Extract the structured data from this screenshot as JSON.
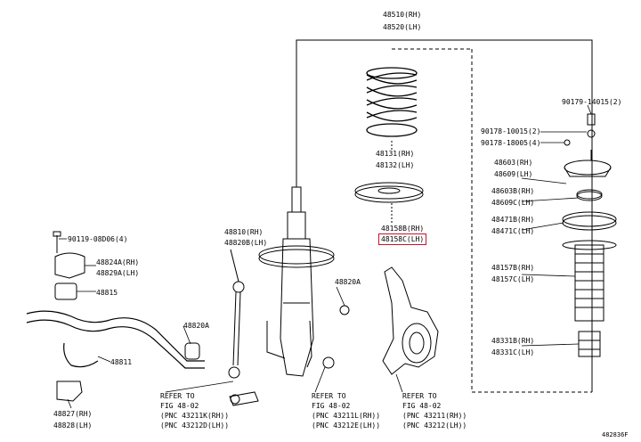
{
  "labels": {
    "p48510": "48510(RH)",
    "p48520": "48520(LH)",
    "p90179": "90179-14015(2)",
    "p90178a": "90178-10015(2)",
    "p90178b": "90178-18005(4)",
    "p48603": "48603(RH)",
    "p48609": "48609(LH)",
    "p48603b": "48603B(RH)",
    "p48609c": "48609C(LH)",
    "p48471b": "48471B(RH)",
    "p48471c": "48471C(LH)",
    "p48157b": "48157B(RH)",
    "p48157c": "48157C(LH)",
    "p48331b": "48331B(RH)",
    "p48331c": "48331C(LH)",
    "p48131": "48131(RH)",
    "p48132": "48132(LH)",
    "p48158b": "48158B(RH)",
    "p48158c": "48158C(LH)",
    "p90119": "90119-08D06(4)",
    "p48824a": "48824A(RH)",
    "p48829a": "48829A(LH)",
    "p48815": "48815",
    "p48811": "48811",
    "p48820a_l": "48820A",
    "p48820a_r": "48820A",
    "p48810": "48810(RH)",
    "p48820b": "48820B(LH)",
    "p48827": "48827(RH)",
    "p48828": "48828(LH)",
    "ref1_a": "REFER TO",
    "ref1_b": "FIG 48-02",
    "ref1_c": "(PNC 43211K(RH))",
    "ref1_d": "(PNC 43212D(LH))",
    "ref2_a": "REFER TO",
    "ref2_b": "FIG 48-02",
    "ref2_c": "(PNC 43211L(RH))",
    "ref2_d": "(PNC 43212E(LH))",
    "ref3_a": "REFER TO",
    "ref3_b": "FIG 48-02",
    "ref3_c": "(PNC 43211(RH))",
    "ref3_d": "(PNC 43212(LH))",
    "fig_id": "482836F"
  },
  "colors": {
    "line": "#000000",
    "highlight": "#c8102e"
  }
}
